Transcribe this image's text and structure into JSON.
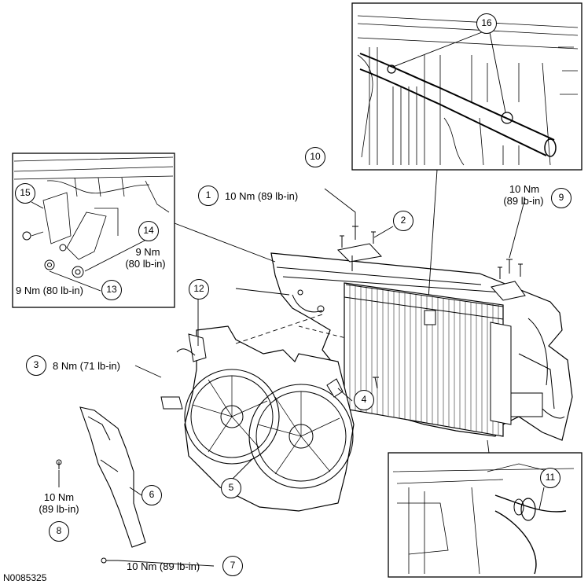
{
  "figure_id": "N0085325",
  "callouts": {
    "c1": "1",
    "c2": "2",
    "c3": "3",
    "c4": "4",
    "c5": "5",
    "c6": "6",
    "c7": "7",
    "c8": "8",
    "c9": "9",
    "c10": "10",
    "c11": "11",
    "c12": "12",
    "c13": "13",
    "c14": "14",
    "c15": "15",
    "c16": "16"
  },
  "torque": {
    "t1": "10 Nm (89 lb-in)",
    "t3": "8 Nm (71 lb-in)",
    "t7": "10 Nm (89 lb-in)",
    "t8_line1": "10 Nm",
    "t8_line2": "(89 lb-in)",
    "t9_line1": "10 Nm",
    "t9_line2": "(89 lb-in)",
    "t13": "9 Nm (80 lb-in)",
    "t14_line1": "9 Nm",
    "t14_line2": "(80 lb-in)"
  }
}
